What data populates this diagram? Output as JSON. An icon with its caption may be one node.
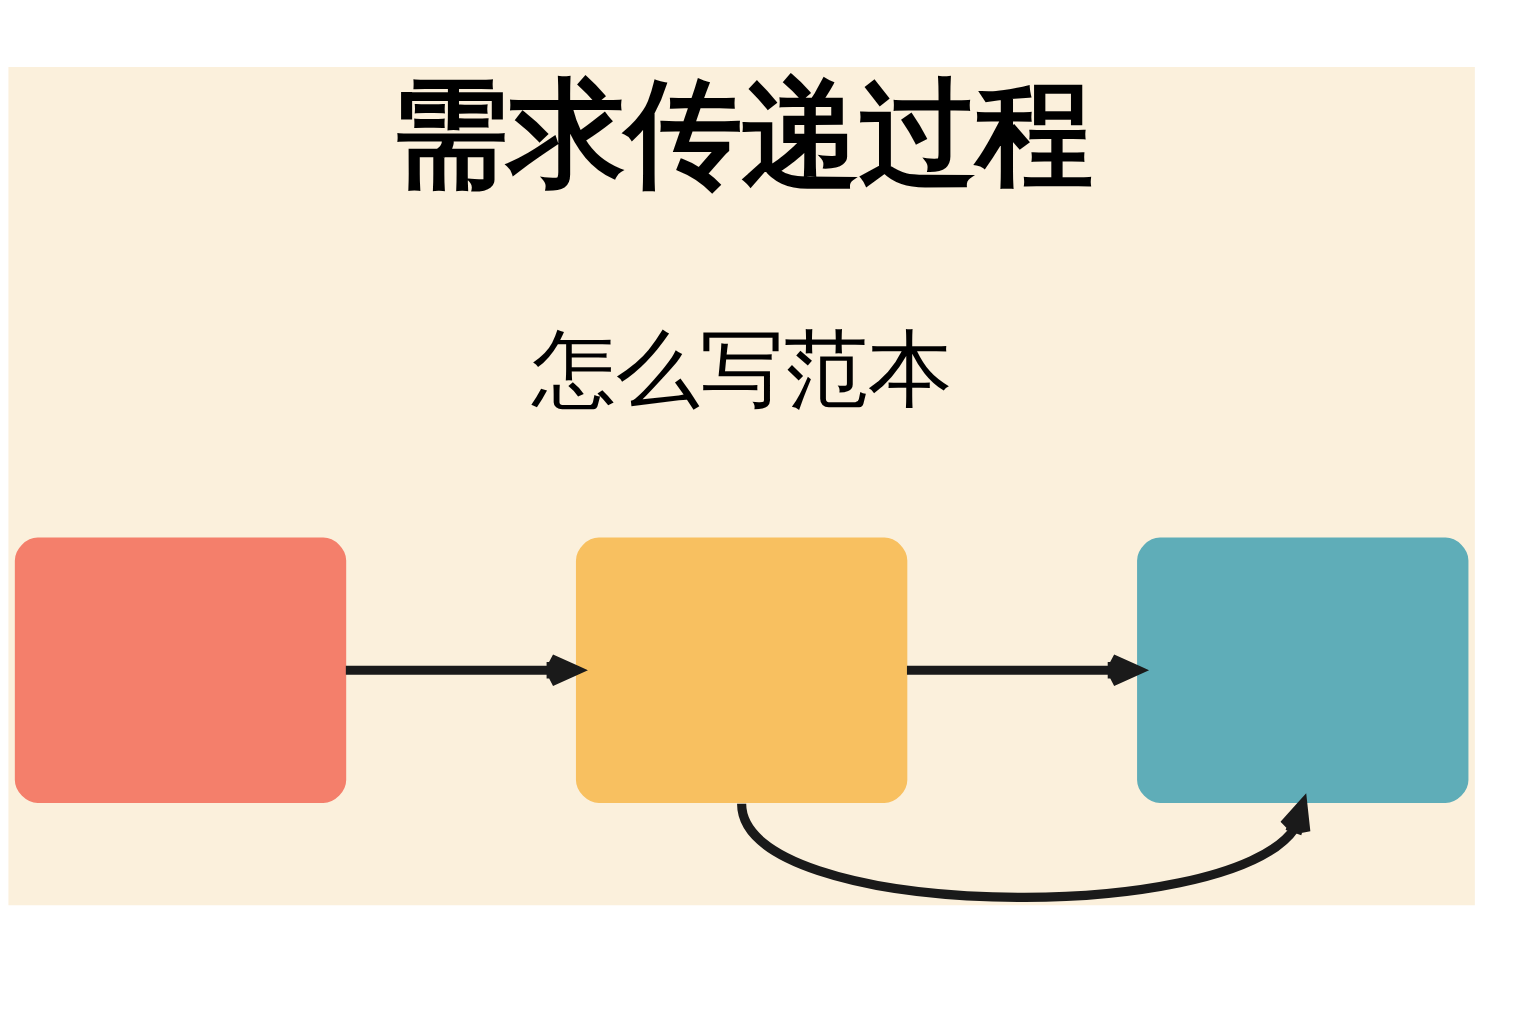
{
  "diagram": {
    "title": "需求传递过程",
    "nodes": [
      {
        "text": [],
        "shape": "box"
      },
      {
        "text": [],
        "shape": "box"
      },
      {
        "text": [],
        "shape": "box"
      }
    ],
    "edges": [
      {
        "from": 0,
        "to": 1,
        "arrow": "to"
      },
      {
        "from": 1,
        "to": 2,
        "arrow": "to"
      },
      {
        "from": 1,
        "to": 2,
        "arrow": "to"
      }
    ],
    "labels": [
      "怎么写范本"
    ]
  }
}
